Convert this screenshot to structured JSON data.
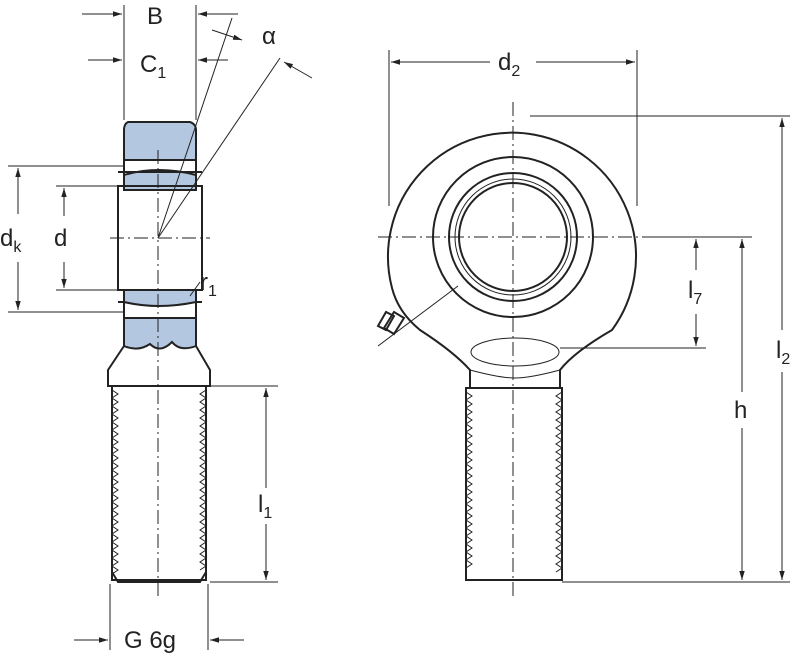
{
  "labels": {
    "B": "B",
    "C_main": "C",
    "C_sub": "1",
    "alpha": "α",
    "dk_main": "d",
    "dk_sub": "k",
    "d": "d",
    "r_main": "r",
    "r_sub": "1",
    "d2_main": "d",
    "d2_sub": "2",
    "l7_main": "l",
    "l7_sub": "7",
    "l2_main": "l",
    "l2_sub": "2",
    "h": "h",
    "l1_main": "l",
    "l1_sub": "1",
    "thread": "G 6g"
  },
  "colors": {
    "line": "#222222",
    "seal": "#b3c8e0",
    "background": "#ffffff"
  }
}
